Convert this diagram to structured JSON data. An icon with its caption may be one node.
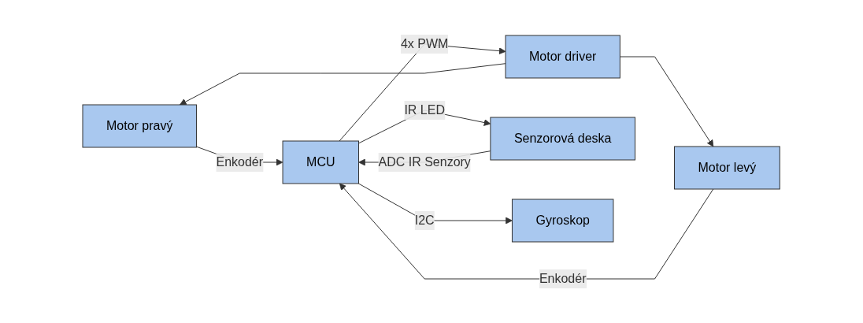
{
  "diagram": {
    "nodes": [
      {
        "text": [
          "Motor pravý"
        ]
      },
      {
        "text": [
          "Motor driver"
        ]
      },
      {
        "text": [
          "Motor levý"
        ]
      },
      {
        "text": [
          "MCU"
        ]
      },
      {
        "text": [
          "Senzorová deska"
        ]
      },
      {
        "text": [
          "Gyroskop"
        ]
      }
    ],
    "edges": [
      {
        "from": 0,
        "to": 3,
        "arrow": "to",
        "label": "Enkodér"
      },
      {
        "from": 1,
        "to": 0,
        "arrow": "to"
      },
      {
        "from": 1,
        "to": 2,
        "arrow": "to"
      },
      {
        "from": 3,
        "to": 1,
        "arrow": "to",
        "label": "4x PWM"
      },
      {
        "from": 2,
        "to": 3,
        "arrow": "to",
        "label": "Enkodér"
      },
      {
        "from": 3,
        "to": 4,
        "arrow": "to",
        "label": "IR LED"
      },
      {
        "from": 4,
        "to": 3,
        "arrow": "to",
        "label": "ADC IR Senzory"
      },
      {
        "from": 3,
        "to": 5,
        "arrow": "to",
        "label": "I2C"
      }
    ]
  }
}
